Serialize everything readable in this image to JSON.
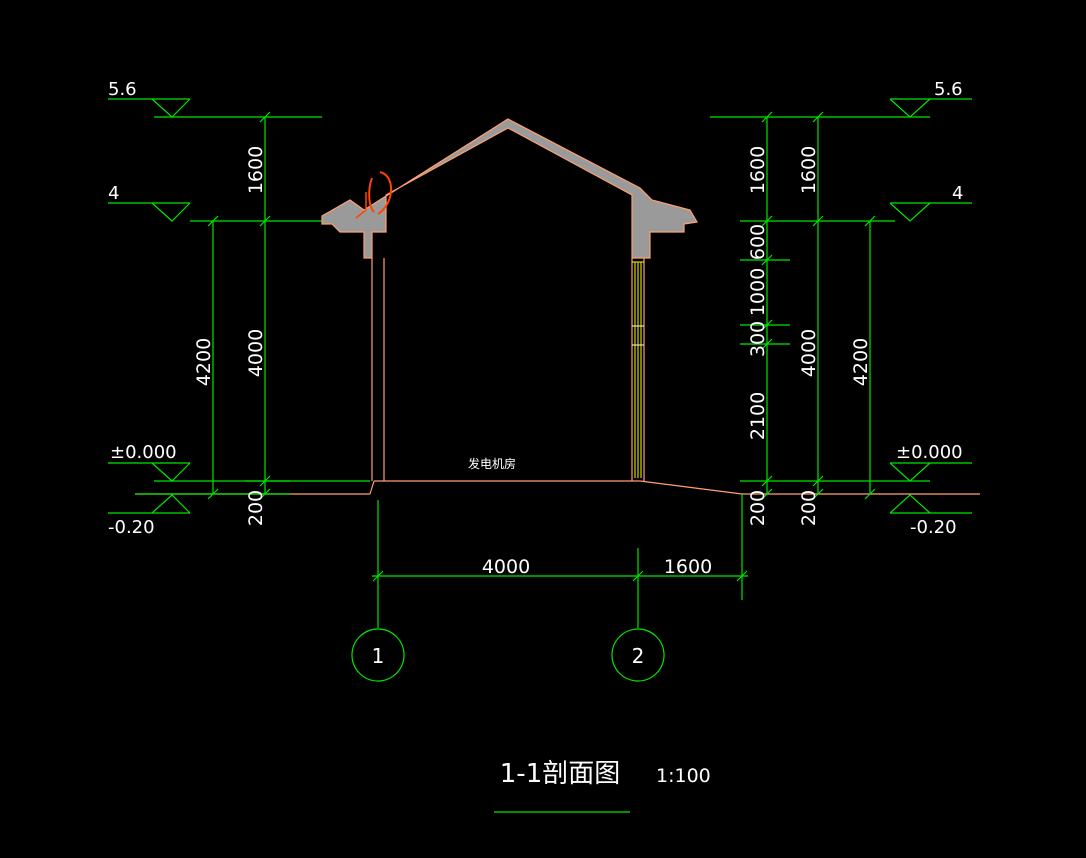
{
  "drawing": {
    "title": "1-1剖面图",
    "scale": "1:100",
    "room_label": "发电机房",
    "colors": {
      "background": "#000000",
      "dimension_lines": "#00e600",
      "text": "#ffffff",
      "walls": "#ffa070",
      "concrete_fill": "#9a9a9a",
      "window_lines": "#ffff00",
      "markup": "#ff4400"
    },
    "elevations": {
      "top": "5.6",
      "eave": "4",
      "ground_floor": "±0.000",
      "outdoor": "-0.20"
    },
    "dimensions": {
      "left_total": "4200",
      "left_roof": "1600",
      "left_wall": "4000",
      "left_plinth": "200",
      "right_roof_a": "1600",
      "right_roof_b": "1600",
      "right_600": "600",
      "right_1000": "1000",
      "right_300": "300",
      "right_2100": "2100",
      "right_4000": "4000",
      "right_4200": "4200",
      "right_plinth_a": "200",
      "right_plinth_b": "200",
      "span_1_2": "4000",
      "span_2_out": "1600"
    },
    "axes": [
      {
        "label": "1"
      },
      {
        "label": "2"
      }
    ]
  }
}
